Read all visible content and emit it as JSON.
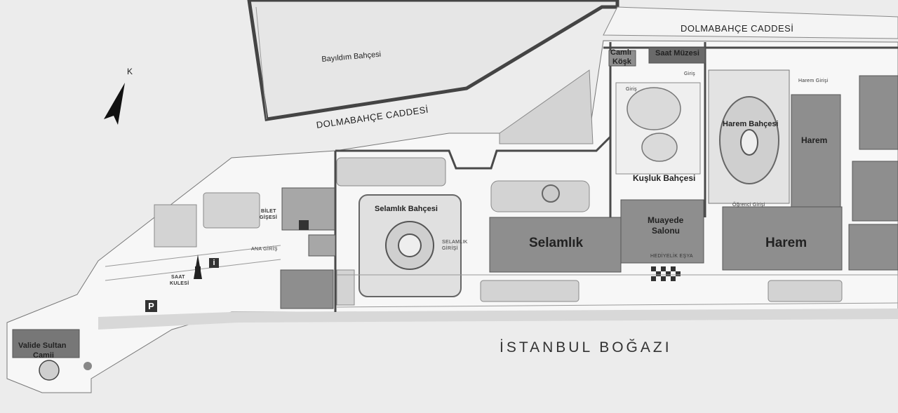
{
  "map": {
    "north_label": "K",
    "streets": {
      "top": "DOLMABAHÇE CADDESİ",
      "diagonal": "DOLMABAHÇE CADDESİ"
    },
    "sea": "İSTANBUL BOĞAZI",
    "places": {
      "bayildim": "Bayıldım Bahçesi",
      "camli_kosk_1": "Camlı",
      "camli_kosk_2": "Köşk",
      "saat_muzesi": "Saat Müzesi",
      "harem_bahcesi": "Harem Bahçesi",
      "harem_top": "Harem",
      "harem_main": "Harem",
      "kusluk": "Kuşluk Bahçesi",
      "muayede_1": "Muayede",
      "muayede_2": "Salonu",
      "selamlik_bahcesi": "Selamlık Bahçesi",
      "selamlik": "Selamlık",
      "valide_1": "Valide Sultan",
      "valide_2": "Camii"
    },
    "small_labels": {
      "giris_top": "Giriş",
      "giris_left": "Giriş",
      "harem_girisi": "Harem Girişi",
      "ogrenci_girisi": "Öğrenci Girişi",
      "hediyelik": "HEDİYELİK EŞYA",
      "selamlik_girisi_1": "SELAMLIK",
      "selamlik_girisi_2": "GİRİŞİ",
      "ana_giris": "ANA GİRİŞ",
      "bilet_1": "BİLET",
      "bilet_2": "GİŞESİ",
      "saat_1": "SAAT",
      "saat_2": "KULESİ"
    },
    "symbols": {
      "parking": "P",
      "info": "i"
    },
    "colors": {
      "background": "#ececec",
      "ground": "#f7f7f7",
      "building": "#8e8e8e",
      "dark_building": "#6a6a6a",
      "lawn": "#d3d3d3",
      "wall": "#4a4a4a"
    }
  }
}
